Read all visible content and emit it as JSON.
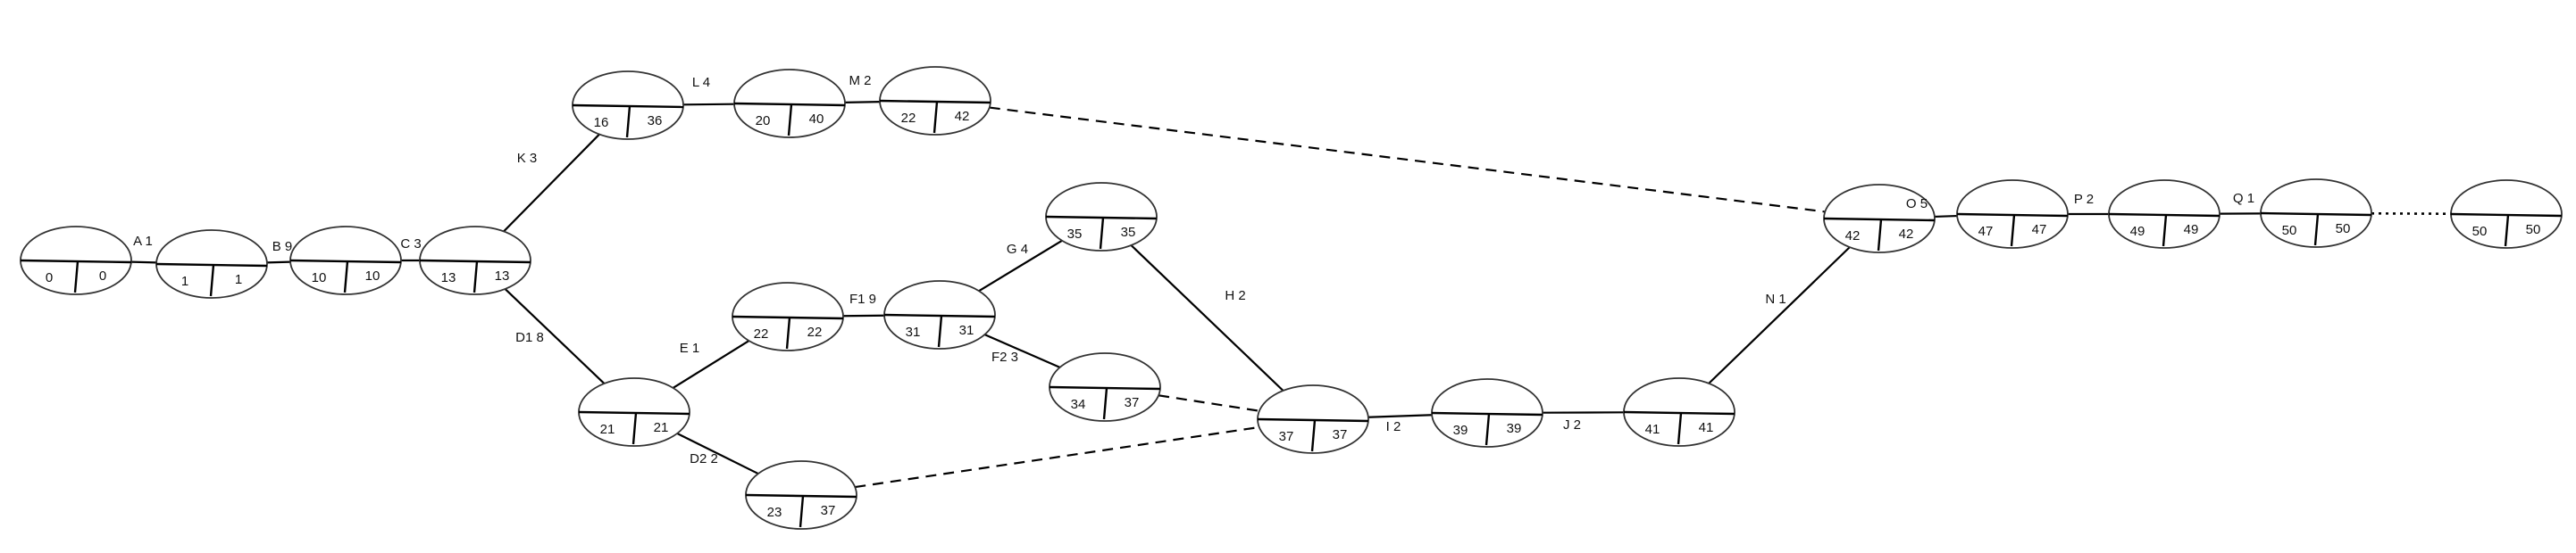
{
  "nodes": [
    {
      "id": "n0",
      "early": "0",
      "late": "0"
    },
    {
      "id": "n1",
      "early": "1",
      "late": "1"
    },
    {
      "id": "n2",
      "early": "10",
      "late": "10"
    },
    {
      "id": "n3",
      "early": "13",
      "late": "13"
    },
    {
      "id": "n4",
      "early": "16",
      "late": "36"
    },
    {
      "id": "n5",
      "early": "20",
      "late": "40"
    },
    {
      "id": "n6",
      "early": "22",
      "late": "42"
    },
    {
      "id": "n7",
      "early": "21",
      "late": "21"
    },
    {
      "id": "n8",
      "early": "22",
      "late": "22"
    },
    {
      "id": "n9",
      "early": "23",
      "late": "37"
    },
    {
      "id": "n10",
      "early": "31",
      "late": "31"
    },
    {
      "id": "n11",
      "early": "35",
      "late": "35"
    },
    {
      "id": "n12",
      "early": "34",
      "late": "37"
    },
    {
      "id": "n13",
      "early": "37",
      "late": "37"
    },
    {
      "id": "n14",
      "early": "39",
      "late": "39"
    },
    {
      "id": "n15",
      "early": "41",
      "late": "41"
    },
    {
      "id": "n16",
      "early": "42",
      "late": "42"
    },
    {
      "id": "n17",
      "early": "47",
      "late": "47"
    },
    {
      "id": "n18",
      "early": "49",
      "late": "49"
    },
    {
      "id": "n19",
      "early": "50",
      "late": "50"
    },
    {
      "id": "n20",
      "early": "50",
      "late": "50"
    }
  ],
  "edges": [
    {
      "from": "n0",
      "to": "n1",
      "label": "A 1",
      "style": "solid"
    },
    {
      "from": "n1",
      "to": "n2",
      "label": "B 9",
      "style": "solid"
    },
    {
      "from": "n2",
      "to": "n3",
      "label": "C 3",
      "style": "solid"
    },
    {
      "from": "n3",
      "to": "n4",
      "label": "K 3",
      "style": "solid"
    },
    {
      "from": "n4",
      "to": "n5",
      "label": "L 4",
      "style": "solid"
    },
    {
      "from": "n5",
      "to": "n6",
      "label": "M 2",
      "style": "solid"
    },
    {
      "from": "n6",
      "to": "n16",
      "label": "",
      "style": "dashed"
    },
    {
      "from": "n3",
      "to": "n7",
      "label": "D1 8",
      "style": "solid"
    },
    {
      "from": "n7",
      "to": "n8",
      "label": "E 1",
      "style": "solid"
    },
    {
      "from": "n7",
      "to": "n9",
      "label": "D2 2",
      "style": "solid"
    },
    {
      "from": "n8",
      "to": "n10",
      "label": "F1 9",
      "style": "solid"
    },
    {
      "from": "n10",
      "to": "n11",
      "label": "G 4",
      "style": "solid"
    },
    {
      "from": "n10",
      "to": "n12",
      "label": "F2 3",
      "style": "solid"
    },
    {
      "from": "n11",
      "to": "n13",
      "label": "H 2",
      "style": "solid"
    },
    {
      "from": "n12",
      "to": "n13",
      "label": "",
      "style": "dashed"
    },
    {
      "from": "n9",
      "to": "n13",
      "label": "",
      "style": "dashed"
    },
    {
      "from": "n13",
      "to": "n14",
      "label": "I 2",
      "style": "solid"
    },
    {
      "from": "n14",
      "to": "n15",
      "label": "J 2",
      "style": "solid"
    },
    {
      "from": "n15",
      "to": "n16",
      "label": "N 1",
      "style": "solid"
    },
    {
      "from": "n16",
      "to": "n17",
      "label": "O 5",
      "style": "solid"
    },
    {
      "from": "n17",
      "to": "n18",
      "label": "P 2",
      "style": "solid"
    },
    {
      "from": "n18",
      "to": "n19",
      "label": "Q 1",
      "style": "solid"
    },
    {
      "from": "n19",
      "to": "n20",
      "label": "",
      "style": "dotted"
    }
  ]
}
